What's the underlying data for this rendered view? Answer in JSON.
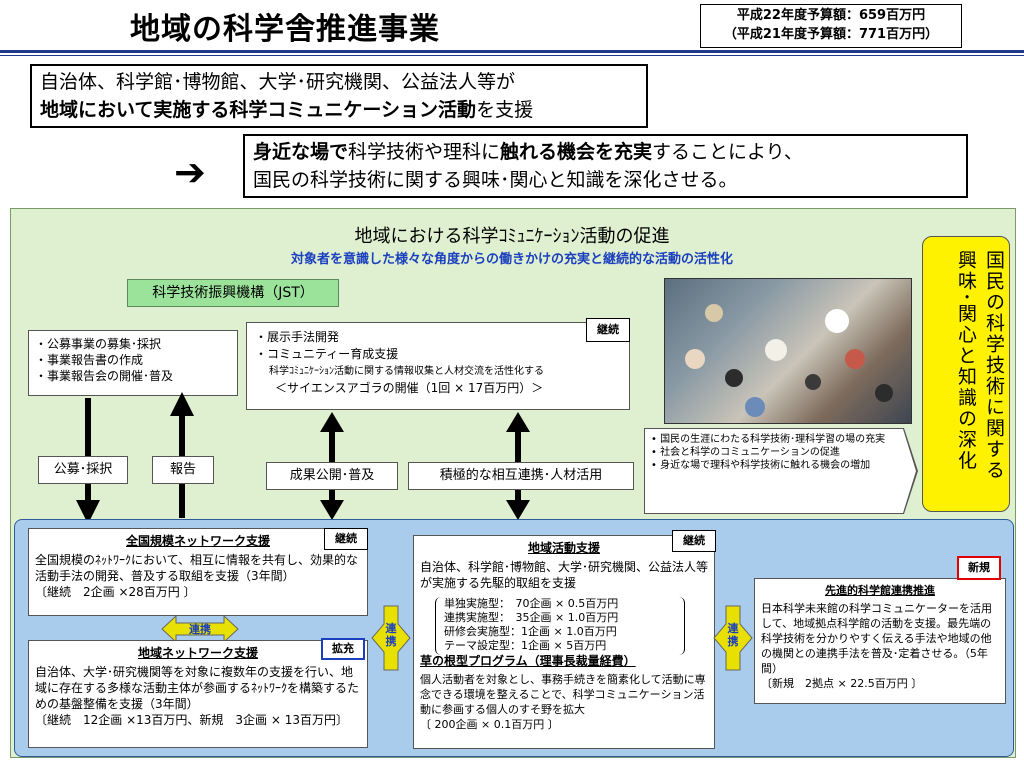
{
  "title": "地域の科学舎推進事業",
  "budget": {
    "line1": "平成22年度予算額：659百万円",
    "line2": "（平成21年度予算額：771百万円）"
  },
  "support": {
    "line1": "自治体、科学館･博物館、大学･研究機関、公益法人等が",
    "line2_bold": "地域において実施する科学コミュニケーション活動",
    "line2_rest": "を支援"
  },
  "arrow_glyph": "➔",
  "purpose": {
    "b1": "身近な場で",
    "t1": "科学技術や理科に",
    "b2": "触れる機会を充実",
    "t2": "することにより、",
    "line2": "国民の科学技術に関する興味･関心と知識を深化させる。"
  },
  "promo": {
    "title": "地域における科学ｺﾐｭﾆｹｰｼｮﾝ活動の促進",
    "subtitle": "対象者を意識した様々な角度からの働きかけの充実と継続的な活動の活性化"
  },
  "jst": {
    "label": "科学技術振興機構（JST）",
    "box1": [
      "・公募事業の募集･採択",
      "・事業報告書の作成",
      "・事業報告会の開催･普及"
    ],
    "box2": {
      "l1": "・展示手法開発",
      "l2": "・コミュニティー育成支援",
      "l3": "科学ｺﾐｭﾆｹｰｼｮﾝ活動に関する情報収集と人材交流を活性化する",
      "l4": "＜サイエンスアゴラの開催（1回 × 17百万円）＞"
    }
  },
  "tags": {
    "continue": "継続",
    "expand": "拡充",
    "new": "新規"
  },
  "arrows": {
    "boshu": "公募･採択",
    "hokoku": "報告",
    "seika": "成果公開･普及",
    "sekkyoku": "積極的な相互連携･人材活用"
  },
  "benefits": [
    "国民の生涯にわたる科学技術･理科学習の場の充実",
    "社会と科学のコミュニケーションの促進",
    "身近な場で理科や科学技術に触れる機会の増加"
  ],
  "goal": "国民の科学技術に関する興味･関心と知識の深化",
  "national": {
    "title": "全国規模ネットワーク支援",
    "body": "全国規模のﾈｯﾄﾜｰｸにおいて、相互に情報を共有し、効果的な活動手法の開発、普及する取組を支援（3年間）",
    "budget": "〔継続　2企画 ×28百万円 〕"
  },
  "link": "連携",
  "link_v": "連携",
  "regional": {
    "title": "地域ネットワーク支援",
    "body": "自治体、大学･研究機関等を対象に複数年の支援を行い、地域に存在する多様な活動主体が参画するﾈｯﾄﾜｰｸを構築するための基盤整備を支援（3年間）",
    "budget": "〔継続　12企画 ×13百万円、新規　3企画 × 13百万円〕"
  },
  "local": {
    "title": "地域活動支援",
    "body": "自治体、科学館･博物館、大学･研究機関、公益法人等が実施する先駆的取組を支援",
    "types": [
      "単独実施型：　70企画 × 0.5百万円",
      "連携実施型：　35企画 × 1.0百万円",
      "研修会実施型：1企画 × 1.0百万円",
      "テーマ設定型：1企画 × 5百万円"
    ],
    "grass_title": "草の根型プログラム（理事長裁量経費）",
    "grass_body": "個人活動者を対象とし、事務手続きを簡素化して活動に専念できる環境を整えることで、科学コミュニケーション活動に参画する個人のすそ野を拡大",
    "grass_budget": "〔 200企画 × 0.1百万円 〕"
  },
  "advanced": {
    "title": "先進的科学館連携推進",
    "body": "日本科学未来館の科学コミュニケーターを活用して、地域拠点科学館の活動を支援。最先端の科学技術を分かりやすく伝える手法や地域の他の機関との連携手法を普及･定着させる。（5年間）",
    "budget": "〔新規　2拠点 × 22.5百万円 〕"
  }
}
